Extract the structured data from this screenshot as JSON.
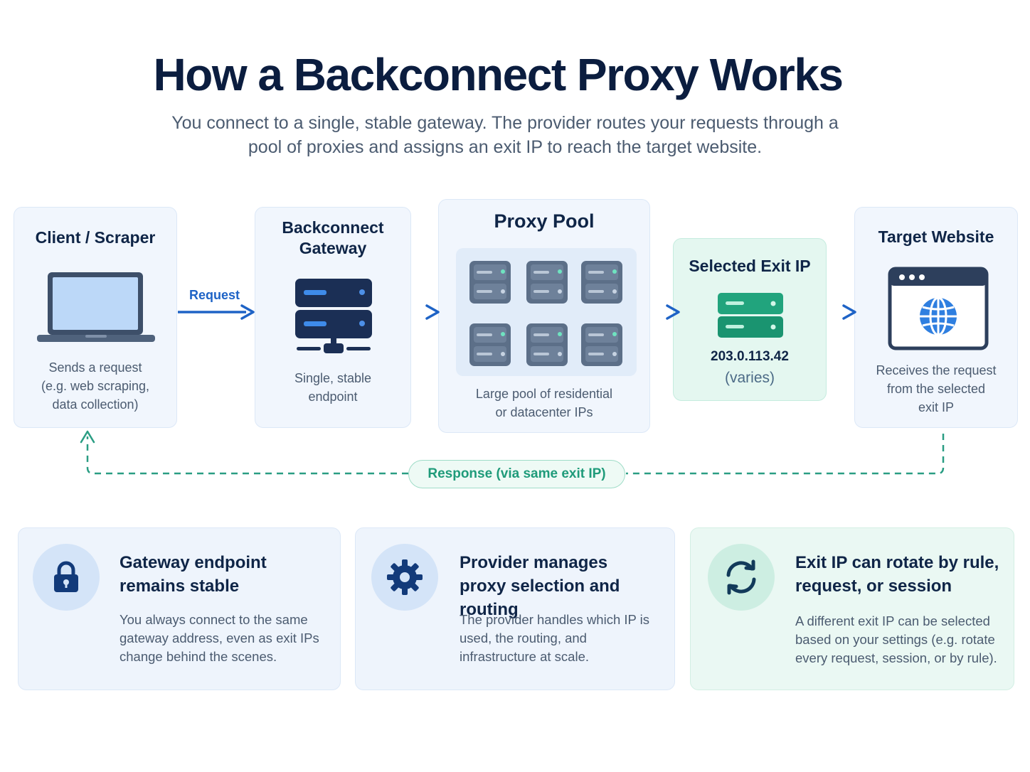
{
  "title": "How a Backconnect Proxy Works",
  "subtitle": "You connect to a single, stable gateway. The provider routes your requests through a pool of proxies and assigns an exit IP to reach the target website.",
  "nodes": {
    "client": {
      "title": "Client / Scraper",
      "desc": "Sends a request\n(e.g. web scraping,\ndata collection)",
      "icon": "laptop-icon"
    },
    "gateway": {
      "title": "Backconnect\nGateway",
      "desc": "Single, stable\nendpoint",
      "icon": "server-stack-icon"
    },
    "pool": {
      "title": "Proxy Pool",
      "desc": "Large pool of residential\nor datacenter IPs",
      "icon": "server-grid-icon"
    },
    "exit": {
      "title": "Selected Exit IP",
      "ip": "203.0.113.42",
      "note": "(varies)",
      "icon": "server-icon"
    },
    "target": {
      "title": "Target Website",
      "desc": "Receives the request\nfrom the selected\nexit IP",
      "icon": "globe-browser-icon"
    }
  },
  "flow": {
    "request_label": "Request",
    "response_label": "Response (via same exit IP)"
  },
  "features": [
    {
      "icon": "lock-icon",
      "title": "Gateway endpoint remains stable",
      "desc": "You always connect to the same gateway address, even as exit IPs change behind the scenes."
    },
    {
      "icon": "gear-icon",
      "title": "Provider manages proxy selection and routing",
      "desc": "The provider handles which IP is used, the routing, and infrastructure at scale."
    },
    {
      "icon": "refresh-icon",
      "title": "Exit IP can rotate by rule, request, or session",
      "desc": "A different exit IP can be selected based on your settings (e.g. rotate every request, session, or by rule)."
    }
  ],
  "colors": {
    "title": "#0b1d3f",
    "request_arrow": "#1e63c6",
    "response_line": "#2a9d83",
    "exit_server": "#1f9c78",
    "card_bg": "#f1f6fd"
  }
}
